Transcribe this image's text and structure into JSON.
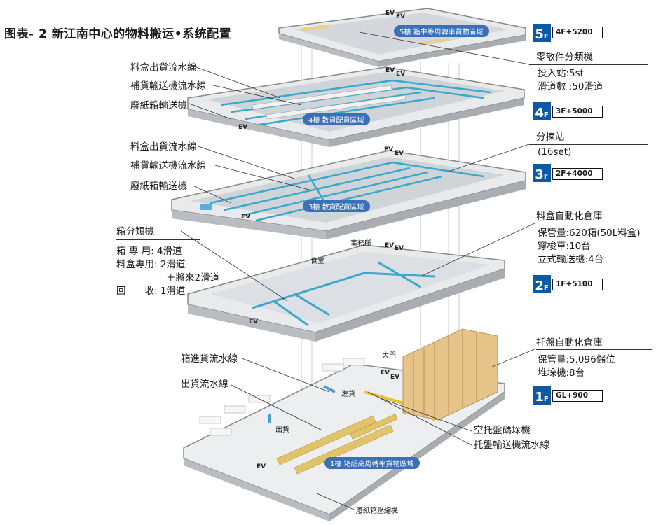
{
  "title": "图表- 2 新江南中心的物料搬运•系统配置",
  "floors": [
    {
      "num": "5",
      "elev": "4F+5200",
      "zone": "5樓 箱中等周轉率貨物區域"
    },
    {
      "num": "4",
      "elev": "3F+5000",
      "zone": "4樓 散貨配貨區域"
    },
    {
      "num": "3",
      "elev": "2F+4000",
      "zone": "3樓 散貨配貨區域"
    },
    {
      "num": "2",
      "elev": "1F+5100"
    },
    {
      "num": "1",
      "elev": "GL+900",
      "zone": "1樓 箱超高周轉率貨物區域"
    }
  ],
  "badge_suffix": "F",
  "ev_label": "EV",
  "right_specs": {
    "parts_sorter": {
      "title": "零散件分類機",
      "l1": "投入站:5st",
      "l2": "滑道數  :50滑道"
    },
    "picking_station": {
      "title": "分揀站",
      "l1": "(16set)"
    },
    "tote_warehouse": {
      "title": "料盒自動化倉庫",
      "l1": "保管量:620箱(50L料盒)",
      "l2": "穿梭車:10台",
      "l3": "立式輸送機:4台"
    },
    "pallet_warehouse": {
      "title": "托盤自動化倉庫",
      "l1": "保管量:5,096儲位",
      "l2": "堆垛機:8台"
    }
  },
  "left_labels": {
    "f4_line1": "料盒出貨流水線",
    "f4_line2": "補貨輸送機流水線",
    "f4_line3": "廢紙箱輸送機",
    "f3_line1": "料盒出貨流水線",
    "f3_line2": "補貨輸送機流水線",
    "f3_line3": "廢紙箱輸送機",
    "box_sorter": "箱分類機",
    "box_sorter_l1": "箱 專 用: 4滑道",
    "box_sorter_l2": "料盒專用: 2滑道",
    "box_sorter_l3": "＋將來2滑道",
    "box_sorter_l4": "回　　收: 1滑道",
    "inbound_line": "箱進貨流水線",
    "outbound_line": "出貨流水線"
  },
  "floor_texts": {
    "office": "事務所",
    "canteen": "食堂",
    "main_gate": "大門",
    "inbound": "進貨",
    "outbound": "出貨",
    "empty_pallet": "空托盤碼垛機",
    "pallet_conveyor": "托盤輸送機流水線",
    "compactor": "廢紙箱壓縮機"
  }
}
